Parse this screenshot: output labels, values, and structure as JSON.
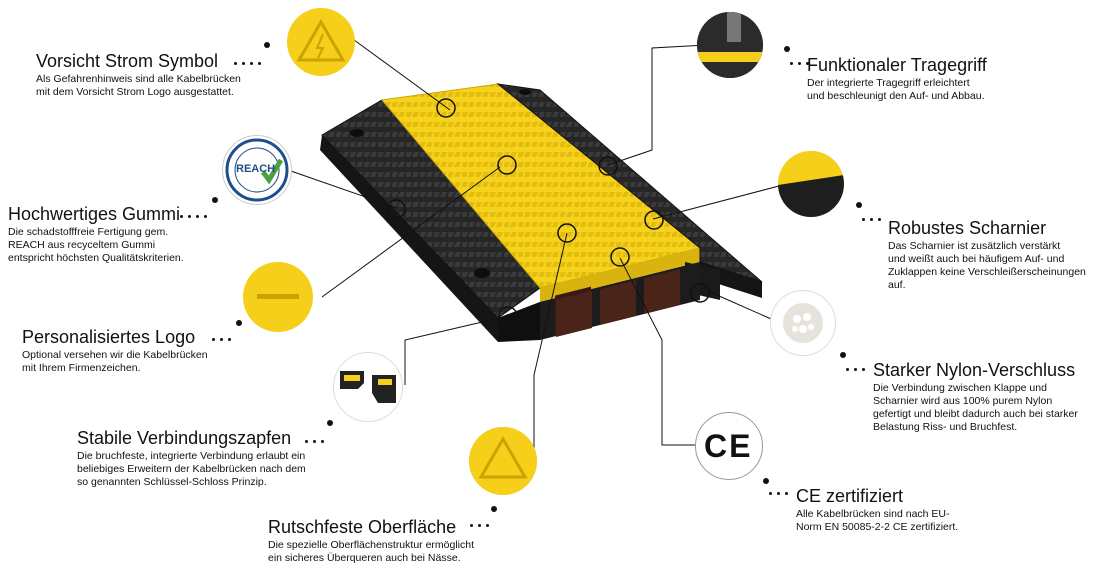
{
  "features": {
    "vorsicht": {
      "title": "Vorsicht Strom Symbol",
      "text": "Als Gefahrenhinweis sind alle Kabelbrücken\nmit dem Vorsicht Strom Logo ausgestattet."
    },
    "gummi": {
      "title": "Hochwertiges Gummi",
      "text": "Die schadstofffreie Fertigung gem.\nREACH aus recyceltem Gummi\nentspricht höchsten Qualitätskriterien."
    },
    "logo": {
      "title": "Personalisiertes Logo",
      "text": "Optional versehen wir die Kabelbrücken\nmit Ihrem Firmenzeichen."
    },
    "zapfen": {
      "title": "Stabile Verbindungszapfen",
      "text": "Die bruchfeste, integrierte Verbindung erlaubt ein\nbeliebiges Erweitern der Kabelbrücken nach dem\nso genannten Schlüssel-Schloss Prinzip."
    },
    "oberflaeche": {
      "title": "Rutschfeste Oberfläche",
      "text": "Die spezielle Oberflächenstruktur ermöglicht\nein sicheres Überqueren auch bei Nässe."
    },
    "tragegriff": {
      "title": "Funktionaler Tragegriff",
      "text": "Der integrierte Tragegriff erleichtert\nund beschleunigt den Auf- und Abbau."
    },
    "scharnier": {
      "title": "Robustes Scharnier",
      "text": "Das Scharnier ist zusätzlich verstärkt\nund weißt auch bei häufigem Auf- und\nZuklappen keine Verschleißerscheinungen\nauf."
    },
    "nylon": {
      "title": "Starker Nylon-Verschluss",
      "text": "Die Verbindung zwischen Klappe und\nScharnier wird aus 100% purem Nylon\ngefertigt und bleibt dadurch auch bei starker\nBelastung Riss- und Bruchfest."
    },
    "ce": {
      "title": "CE zertifiziert",
      "text": "Alle Kabelbrücken sind nach EU-\nNorm EN 50085-2-2 CE zertifiziert."
    }
  },
  "badges": {
    "reach": "REACH",
    "ce": "CE"
  },
  "colors": {
    "yellow": "#f7d21c",
    "black": "#1a1a1a",
    "line": "#111111"
  }
}
